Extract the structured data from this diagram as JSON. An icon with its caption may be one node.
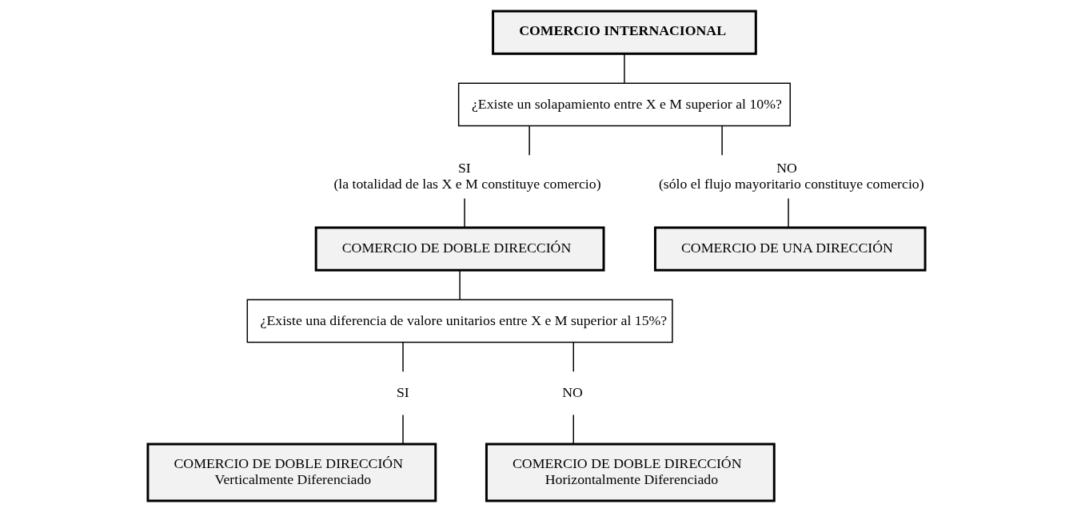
{
  "diagram": {
    "nodes": [
      {
        "text": [
          "COMERCIO INTERNACIONAL"
        ]
      },
      {
        "text": [
          "¿Existe un solapamiento entre X e M superior al 10%?"
        ]
      },
      {
        "text": [
          "SI",
          "(la totalidad de las X e M constituye comercio)"
        ]
      },
      {
        "text": [
          "NO",
          "(sólo el flujo mayoritario constituye comercio)"
        ]
      },
      {
        "text": [
          "COMERCIO DE DOBLE DIRECCIÓN"
        ]
      },
      {
        "text": [
          "COMERCIO DE UNA DIRECCIÓN"
        ]
      },
      {
        "text": [
          "¿Existe una diferencia de valore unitarios entre X e M superior al 15%?"
        ]
      },
      {
        "text": [
          "SI"
        ]
      },
      {
        "text": [
          "NO"
        ]
      },
      {
        "text": [
          "COMERCIO DE DOBLE DIRECCIÓN",
          "Verticalmente Diferenciado"
        ]
      },
      {
        "text": [
          "COMERCIO DE DOBLE DIRECCIÓN",
          "Horizontalmente Diferenciado"
        ]
      }
    ],
    "edges": [
      {
        "from": 0,
        "to": 1,
        "arrow": "none"
      },
      {
        "from": 1,
        "to": 2,
        "arrow": "none"
      },
      {
        "from": 1,
        "to": 3,
        "arrow": "none"
      },
      {
        "from": 2,
        "to": 4,
        "arrow": "none"
      },
      {
        "from": 3,
        "to": 5,
        "arrow": "none"
      },
      {
        "from": 4,
        "to": 6,
        "arrow": "none"
      },
      {
        "from": 6,
        "to": 7,
        "arrow": "none"
      },
      {
        "from": 6,
        "to": 8,
        "arrow": "none"
      },
      {
        "from": 7,
        "to": 9,
        "arrow": "none"
      },
      {
        "from": 8,
        "to": 10,
        "arrow": "none"
      }
    ]
  }
}
